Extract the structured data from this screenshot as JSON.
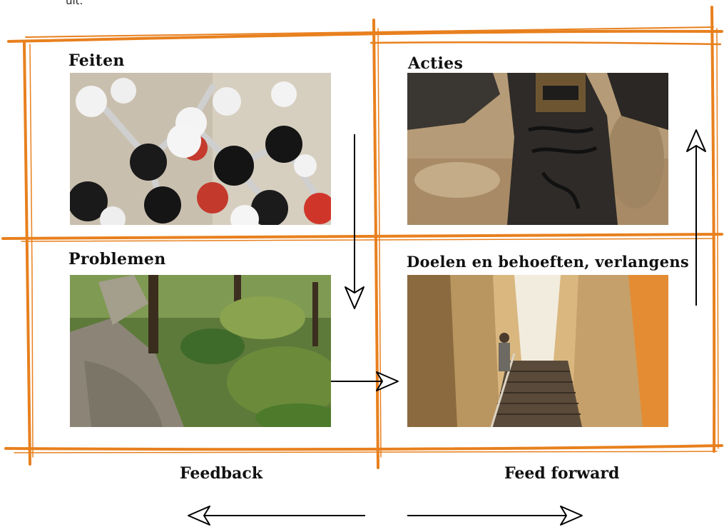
{
  "header_fragment": "uit.",
  "quadrants": {
    "top_left": {
      "title": "Feiten",
      "image": "molecule-model-photo"
    },
    "top_right": {
      "title": "Acties",
      "image": "hiking-boot-photo"
    },
    "bottom_left": {
      "title": "Problemen",
      "image": "forest-stream-photo"
    },
    "bottom_right": {
      "title": "Doelen en behoeften, verlangens",
      "image": "narrow-alley-stairs-photo"
    }
  },
  "bottom": {
    "left_label": "Feedback",
    "right_label": "Feed forward"
  },
  "colors": {
    "frame": "#E8801E",
    "arrow": "#000000"
  }
}
